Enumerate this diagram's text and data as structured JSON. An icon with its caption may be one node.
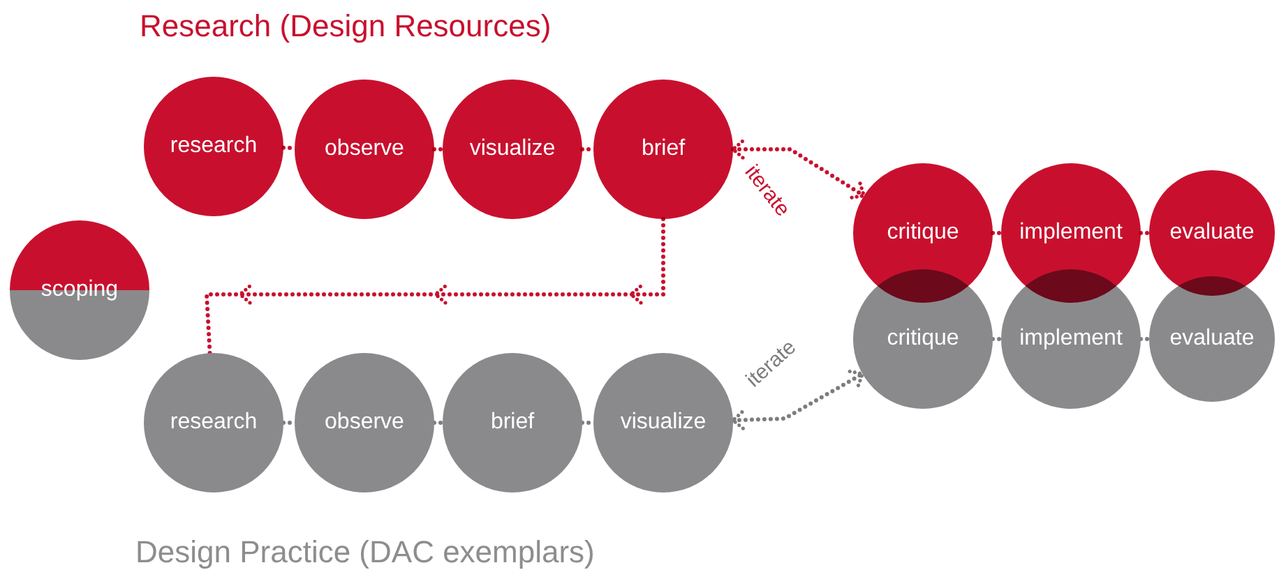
{
  "diagram": {
    "title": "Research (Design Resources)",
    "caption": "Design Practice (DAC exemplars)",
    "nodes": [
      {
        "text": [
          "scoping"
        ]
      },
      {
        "text": [
          "research"
        ]
      },
      {
        "text": [
          "observe"
        ]
      },
      {
        "text": [
          "visualize"
        ]
      },
      {
        "text": [
          "brief"
        ]
      },
      {
        "text": [
          "critique"
        ]
      },
      {
        "text": [
          "implement"
        ]
      },
      {
        "text": [
          "evaluate"
        ]
      },
      {
        "text": [
          "critique"
        ]
      },
      {
        "text": [
          "implement"
        ]
      },
      {
        "text": [
          "evaluate"
        ]
      },
      {
        "text": [
          "research"
        ]
      },
      {
        "text": [
          "observe"
        ]
      },
      {
        "text": [
          "brief"
        ]
      },
      {
        "text": [
          "visualize"
        ]
      }
    ],
    "edges": [
      {
        "from": 1,
        "to": 2,
        "arrow": "none",
        "color": "#c8102e"
      },
      {
        "from": 2,
        "to": 3,
        "arrow": "none",
        "color": "#c8102e"
      },
      {
        "from": 3,
        "to": 4,
        "arrow": "none",
        "color": "#c8102e"
      },
      {
        "from": 4,
        "to": 5,
        "arrow": "both",
        "label": "iterate",
        "color": "#c8102e"
      },
      {
        "from": 5,
        "to": 6,
        "arrow": "none",
        "color": "#c8102e"
      },
      {
        "from": 6,
        "to": 7,
        "arrow": "none",
        "color": "#c8102e"
      },
      {
        "from": 4,
        "to": 11,
        "arrow": "to",
        "color": "#c8102e"
      },
      {
        "from": 11,
        "to": 12,
        "arrow": "none",
        "color": "#7d7d80"
      },
      {
        "from": 12,
        "to": 13,
        "arrow": "none",
        "color": "#7d7d80"
      },
      {
        "from": 13,
        "to": 14,
        "arrow": "none",
        "color": "#7d7d80"
      },
      {
        "from": 14,
        "to": 8,
        "arrow": "both",
        "label": "iterate",
        "color": "#7d7d80"
      },
      {
        "from": 8,
        "to": 9,
        "arrow": "none",
        "color": "#7d7d80"
      },
      {
        "from": 9,
        "to": 10,
        "arrow": "none",
        "color": "#7d7d80"
      }
    ]
  }
}
